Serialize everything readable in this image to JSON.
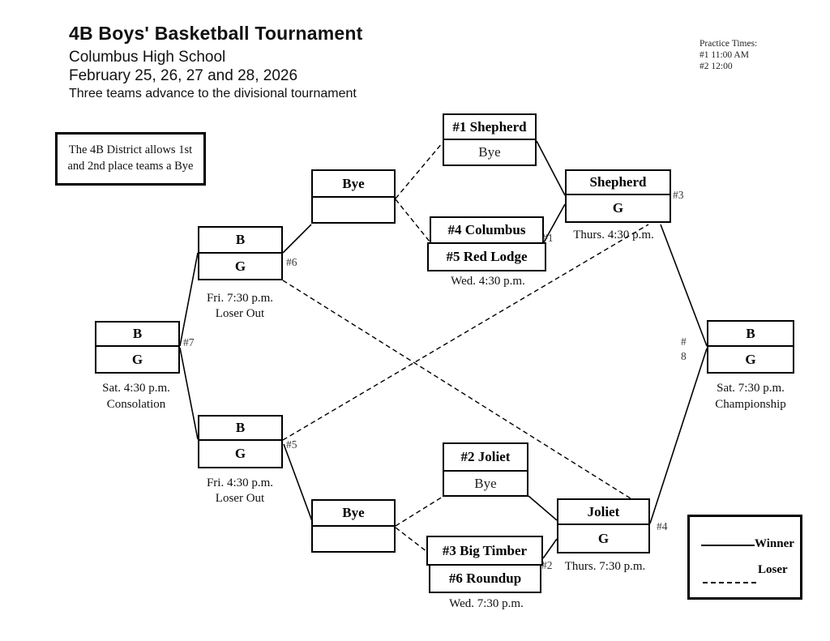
{
  "colors": {
    "ink": "#000000",
    "paper": "#ffffff"
  },
  "header": {
    "title": "4B Boys' Basketball Tournament",
    "school": "Columbus High School",
    "dates": "February 25, 26, 27 and 28, 2026",
    "subnote": "Three teams advance to the divisional tournament"
  },
  "practice": {
    "label": "Practice Times:",
    "times": [
      "#1 11:00 AM",
      "#2 12:00"
    ]
  },
  "district_note": {
    "line1": "The 4B District allows 1st",
    "line2": "and 2nd place teams a Bye"
  },
  "bracket": {
    "seed_shepherd": {
      "top": "#1 Shepherd",
      "bottom": "Bye"
    },
    "bye_top": {
      "top": "Bye",
      "bottom": ""
    },
    "game1": {
      "top": "#4 Columbus",
      "bottom": "#5 Red Lodge",
      "time": "Wed. 4:30 p.m.",
      "label": "#1"
    },
    "game3": {
      "top": "Shepherd",
      "bottom": "G",
      "time": "Thurs. 4:30 p.m.",
      "label": "#3"
    },
    "game6": {
      "top": "B",
      "bottom": "G",
      "time": "Fri. 7:30 p.m.",
      "note": "Loser Out",
      "label": "#6"
    },
    "game7": {
      "top": "B",
      "bottom": "G",
      "time": "Sat. 4:30 p.m.",
      "note": "Consolation",
      "label": "#7"
    },
    "game5": {
      "top": "B",
      "bottom": "G",
      "time": "Fri. 4:30 p.m.",
      "note": "Loser Out",
      "label": "#5"
    },
    "seed_joliet": {
      "top": "#2 Joliet",
      "bottom": "Bye"
    },
    "bye_bottom": {
      "top": "Bye",
      "bottom": ""
    },
    "game2": {
      "top": "#3 Big Timber",
      "bottom": "#6 Roundup",
      "time": "Wed. 7:30 p.m.",
      "label": "#2"
    },
    "game4": {
      "top": "Joliet",
      "bottom": "G",
      "time": "Thurs. 7:30 p.m.",
      "label": "#4"
    },
    "championship": {
      "top": "B",
      "bottom": "G",
      "time": "Sat. 7:30 p.m.",
      "note": "Championship",
      "label_hash": "#",
      "label_num": "8"
    }
  },
  "legend": {
    "winner": "Winner",
    "loser": "Loser"
  }
}
